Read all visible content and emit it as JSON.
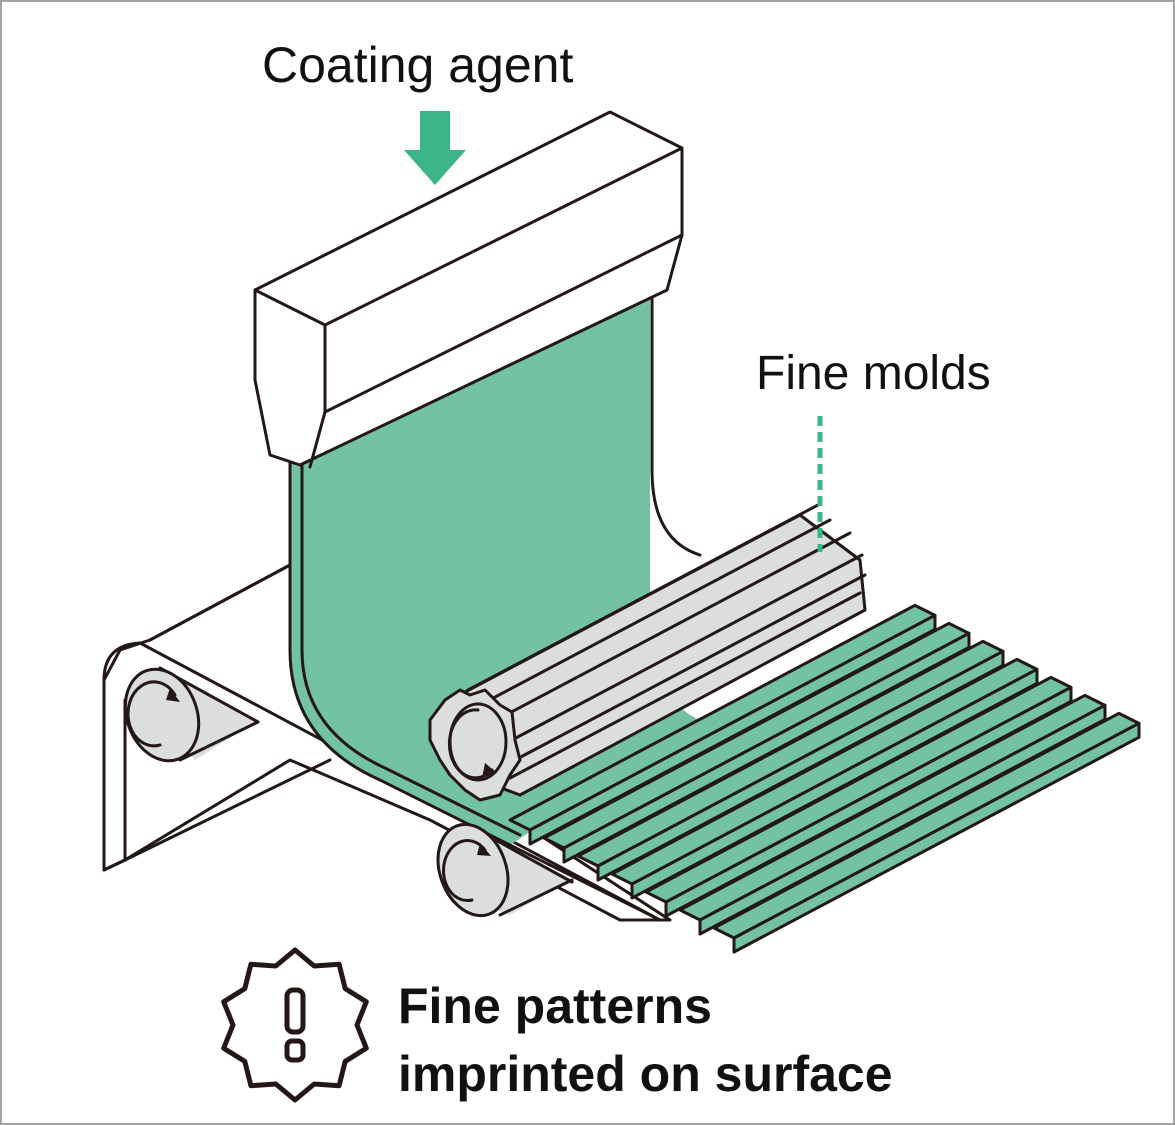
{
  "figure": {
    "labels": {
      "coating_agent": "Coating agent",
      "fine_molds": "Fine molds"
    },
    "caption": {
      "line1": "Fine patterns",
      "line2": "imprinted on surface"
    },
    "icons": {
      "input_arrow": "arrow-down-icon",
      "notice_badge": "exclamation-badge-icon",
      "rotation": "rotate-clockwise-icon"
    },
    "colors": {
      "coating_green": "#73c2a3",
      "arrow_green": "#3bb585",
      "roller_gray": "#dcdddd",
      "outline": "#231815",
      "frame_border": "#a3a3a3"
    }
  }
}
